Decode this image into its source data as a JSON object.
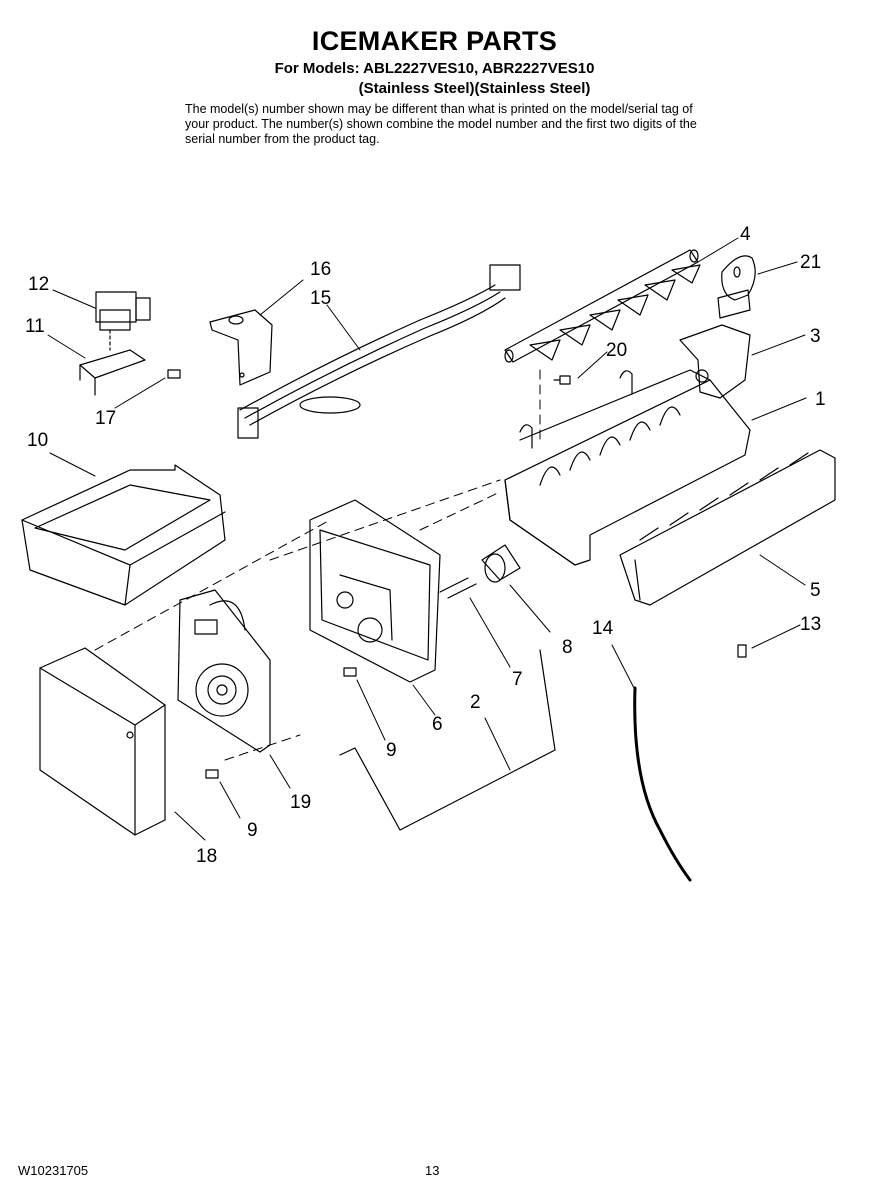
{
  "header": {
    "title": "ICEMAKER PARTS",
    "models_line1": "For Models: ABL2227VES10, ABR2227VES10",
    "models_line2": "(Stainless Steel)(Stainless Steel)",
    "note": "The model(s) number shown may be different than what is printed on the model/serial tag of your product. The number(s) shown combine the model number and the first two digits of the serial number from the product tag."
  },
  "footer": {
    "doc_number": "W10231705",
    "page_number": "13"
  },
  "callouts": {
    "c1": "1",
    "c2": "2",
    "c3": "3",
    "c4": "4",
    "c5": "5",
    "c6": "6",
    "c7": "7",
    "c8": "8",
    "c9a": "9",
    "c9b": "9",
    "c10": "10",
    "c11": "11",
    "c12": "12",
    "c13": "13",
    "c14": "14",
    "c15": "15",
    "c16": "16",
    "c17": "17",
    "c18": "18",
    "c19": "19",
    "c20": "20",
    "c21": "21"
  },
  "colors": {
    "line": "#000000",
    "background": "#ffffff"
  }
}
